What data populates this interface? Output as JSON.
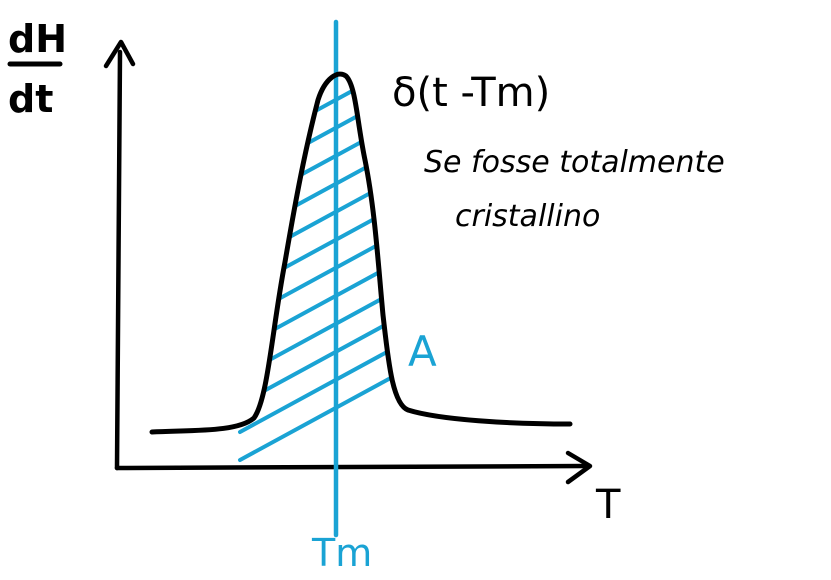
{
  "labels": {
    "y_axis_numerator": "dH",
    "y_axis_denominator": "dt",
    "x_axis": "T",
    "peak_function": "δ(t -Tm)",
    "note_line_1": "Se fosse totalmente",
    "note_line_2": "cristallino",
    "area": "A",
    "melting_temperature": "Tm"
  },
  "colors": {
    "ink": "#000000",
    "accent": "#1aa3d4",
    "background": "#ffffff"
  },
  "diagram": {
    "type": "sketch",
    "hatched_area_under_peak": true,
    "vertical_marker_at": "Tm"
  }
}
